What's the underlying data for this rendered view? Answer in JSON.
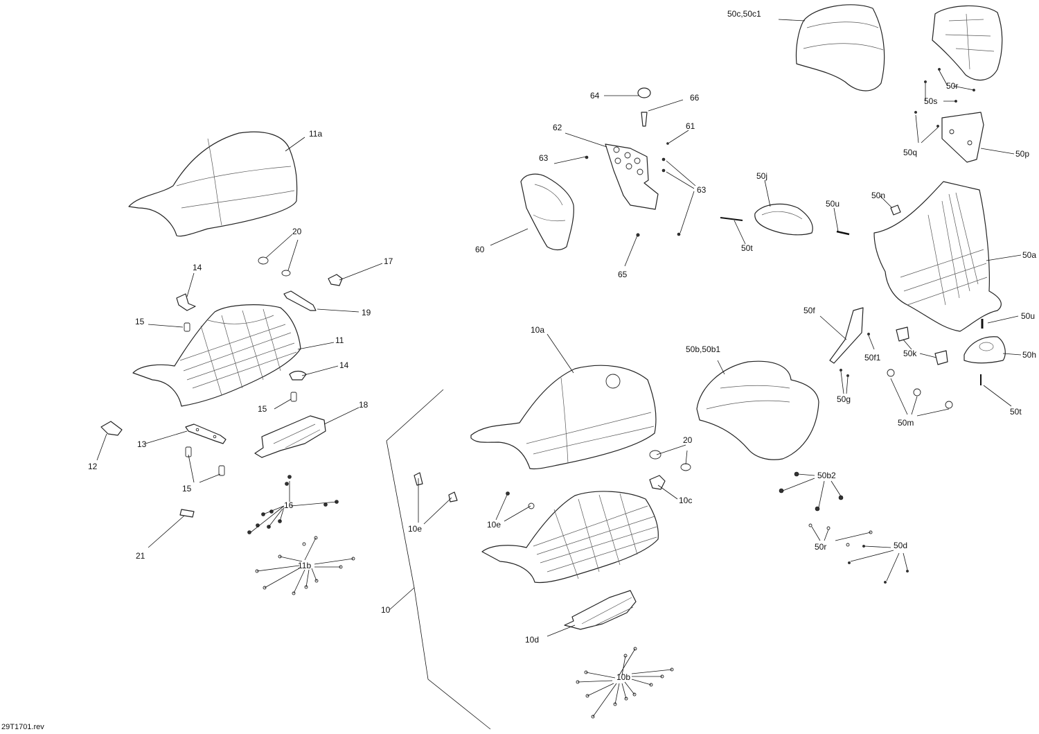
{
  "reference": "29T1701.rev",
  "labels": {
    "l11a": "11a",
    "l20a": "20",
    "l14a": "14",
    "l17": "17",
    "l19": "19",
    "l15a": "15",
    "l11": "11",
    "l14b": "14",
    "l15b": "15",
    "l18": "18",
    "l12": "12",
    "l13": "13",
    "l15c": "15",
    "l16": "16",
    "l21": "21",
    "l11b": "11b",
    "l10": "10",
    "l10e_a": "10e",
    "l10e_b": "10e",
    "l10a": "10a",
    "l20b": "20",
    "l10c": "10c",
    "l10d": "10d",
    "l10b": "10b",
    "l64": "64",
    "l66": "66",
    "l62": "62",
    "l61": "61",
    "l63a": "63",
    "l63b": "63",
    "l60": "60",
    "l65": "65",
    "l50c": "50c,50c1",
    "l50r_a": "50r",
    "l50s": "50s",
    "l50q": "50q",
    "l50p": "50p",
    "l50j": "50j",
    "l50u_a": "50u",
    "l50n": "50n",
    "l50t_a": "50t",
    "l50a": "50a",
    "l50f": "50f",
    "l50f1": "50f1",
    "l50u_b": "50u",
    "l50k": "50k",
    "l50h": "50h",
    "l50b": "50b,50b1",
    "l50g": "50g",
    "l50t_b": "50t",
    "l50m": "50m",
    "l50b2": "50b2",
    "l50r_b": "50r",
    "l50d": "50d"
  }
}
